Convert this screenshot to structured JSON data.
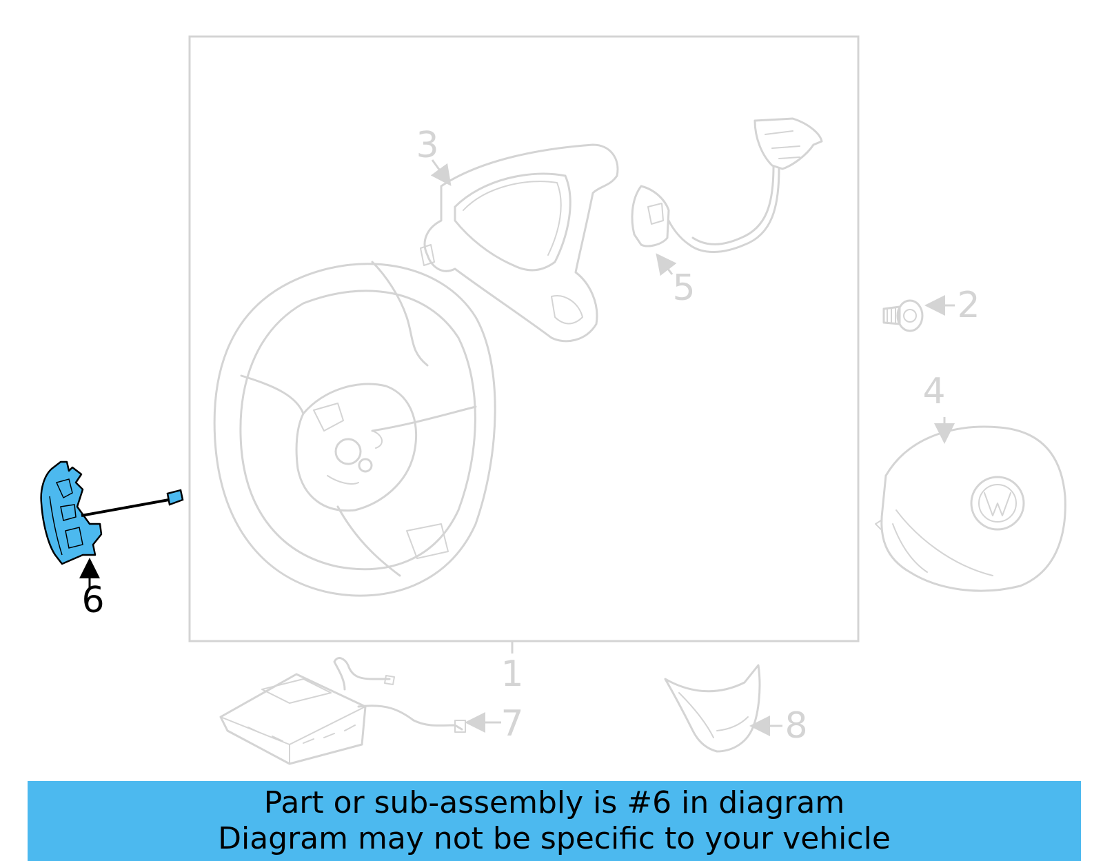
{
  "callouts": {
    "c1": "1",
    "c2": "2",
    "c3": "3",
    "c4": "4",
    "c5": "5",
    "c6": "6",
    "c7": "7",
    "c8": "8"
  },
  "highlight_color": "#4cb9ef",
  "faded_color": "#d4d4d4",
  "banner": {
    "line1": "Part or sub-assembly is #6 in diagram",
    "line2": "Diagram may not be specific to your vehicle"
  }
}
